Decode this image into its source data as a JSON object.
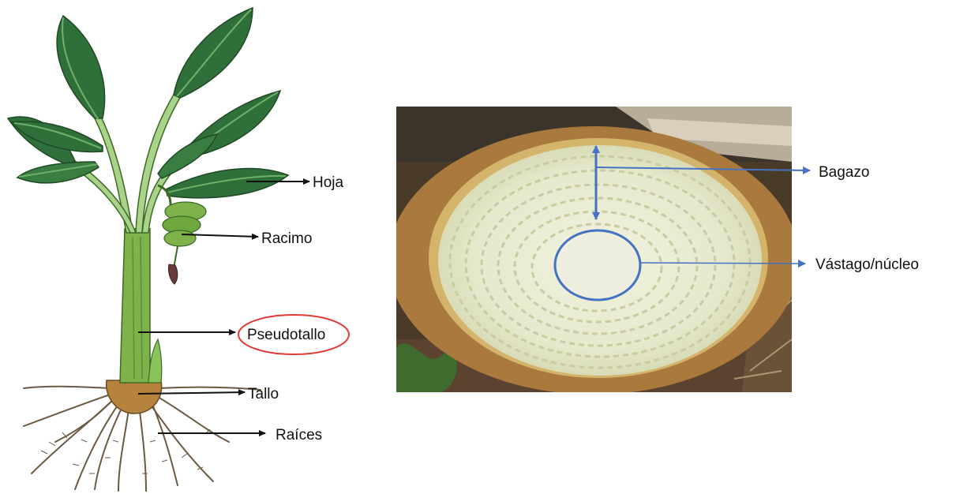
{
  "plant_diagram": {
    "labels": {
      "leaf": "Hoja",
      "bunch": "Racimo",
      "pseudostem": "Pseudotallo",
      "stem": "Tallo",
      "roots": "Raíces"
    },
    "highlighted_label": "Pseudotallo",
    "colors": {
      "leaf": "#2f6f3a",
      "leaf_light": "#4e9a52",
      "stem": "#7fb24a",
      "corm": "#b5833d",
      "roots": "#6b5a44",
      "highlight": "#e53935",
      "arrow": "#111111"
    }
  },
  "photo_diagram": {
    "labels": {
      "bagasse": "Bagazo",
      "core": "Vástago/núcleo"
    },
    "colors": {
      "annotation": "#4472c4",
      "flesh": "#e9ecd3",
      "rind": "#c9a25a",
      "soil": "#5a4632"
    }
  }
}
